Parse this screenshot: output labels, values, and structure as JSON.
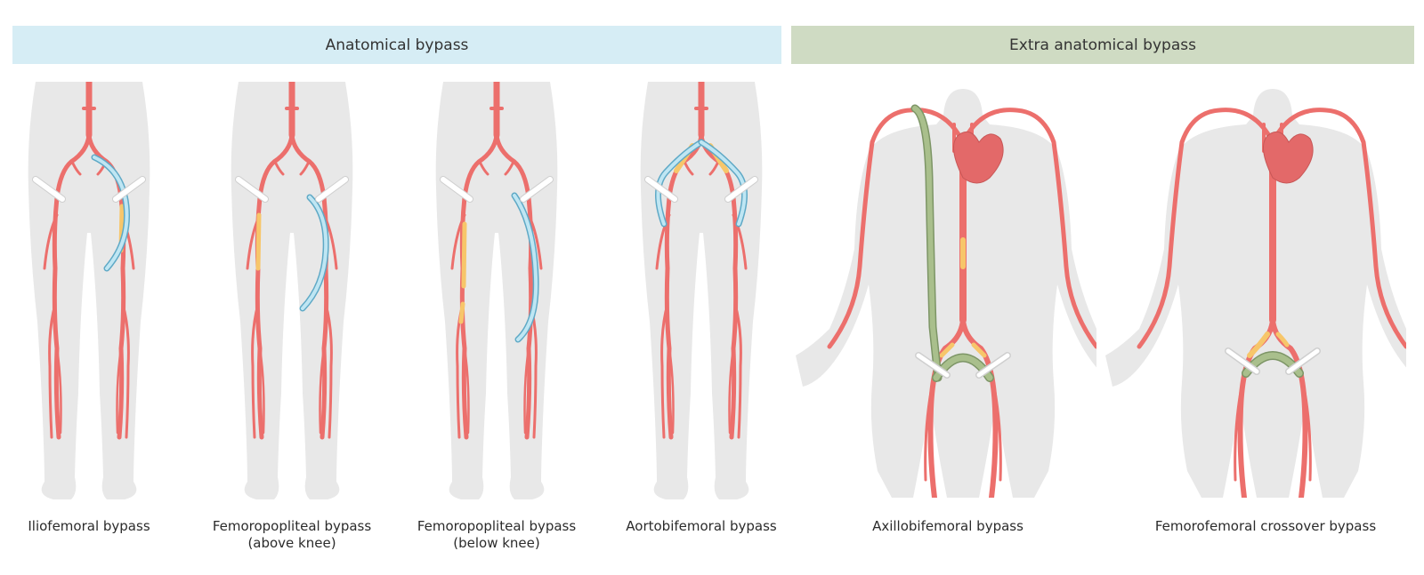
{
  "sections": {
    "anatomical": "Anatomical bypass",
    "extra_anatomical": "Extra anatomical bypass"
  },
  "figures": [
    {
      "line1": "Iliofemoral bypass",
      "line2": ""
    },
    {
      "line1": "Femoropopliteal bypass",
      "line2": "(above knee)"
    },
    {
      "line1": "Femoropopliteal bypass",
      "line2": "(below knee)"
    },
    {
      "line1": "Aortobifemoral bypass",
      "line2": ""
    },
    {
      "line1": "Axillobifemoral bypass",
      "line2": ""
    },
    {
      "line1": "Femorofemoral crossover bypass",
      "line2": ""
    }
  ],
  "colors": {
    "body": "#e6e6e6",
    "artery": "#ec6f6c",
    "plaque": "#f7c66a",
    "graft_blue": "#9fd6ea",
    "graft_green": "#a9bf8c",
    "heart": "#e36969",
    "clamp": "#ffffff"
  }
}
